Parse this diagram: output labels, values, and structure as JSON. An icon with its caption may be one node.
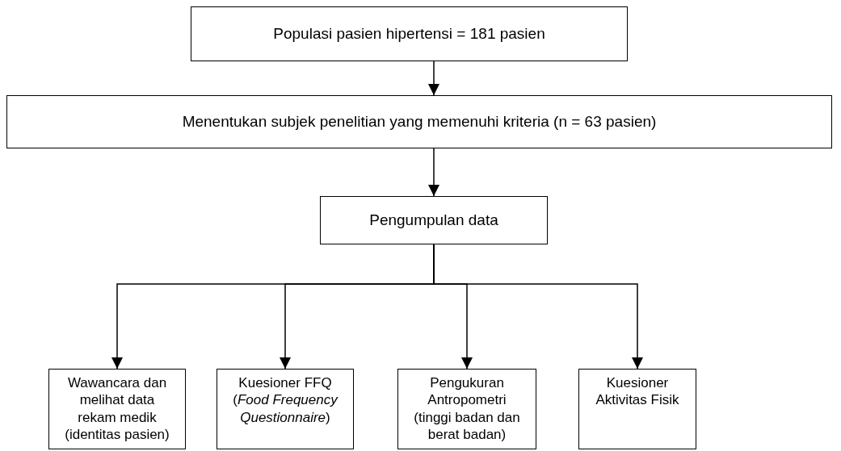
{
  "diagram": {
    "nodes": [
      {
        "text": [
          "Populasi pasien hipertensi = 181 pasien"
        ]
      },
      {
        "text": [
          "Menentukan subjek penelitian yang memenuhi kriteria (n = 63 pasien)"
        ]
      },
      {
        "text": [
          "Pengumpulan data"
        ]
      },
      {
        "text": [
          "Wawancara dan melihat data rekam medik (identitas pasien)"
        ]
      },
      {
        "text": [
          "Kuesioner FFQ (*Food Frequency Questionnaire*)"
        ]
      },
      {
        "text": [
          "Pengukuran Antropometri (tinggi badan dan berat badan)"
        ]
      },
      {
        "text": [
          "Kuesioner Aktivitas Fisik"
        ]
      }
    ],
    "edges": [
      {
        "from": 0,
        "to": 1,
        "arrow": "to"
      },
      {
        "from": 1,
        "to": 2,
        "arrow": "to"
      },
      {
        "from": 2,
        "to": 3,
        "arrow": "to"
      },
      {
        "from": 2,
        "to": 4,
        "arrow": "to"
      },
      {
        "from": 2,
        "to": 5,
        "arrow": "to"
      },
      {
        "from": 2,
        "to": 6,
        "arrow": "to"
      }
    ]
  }
}
